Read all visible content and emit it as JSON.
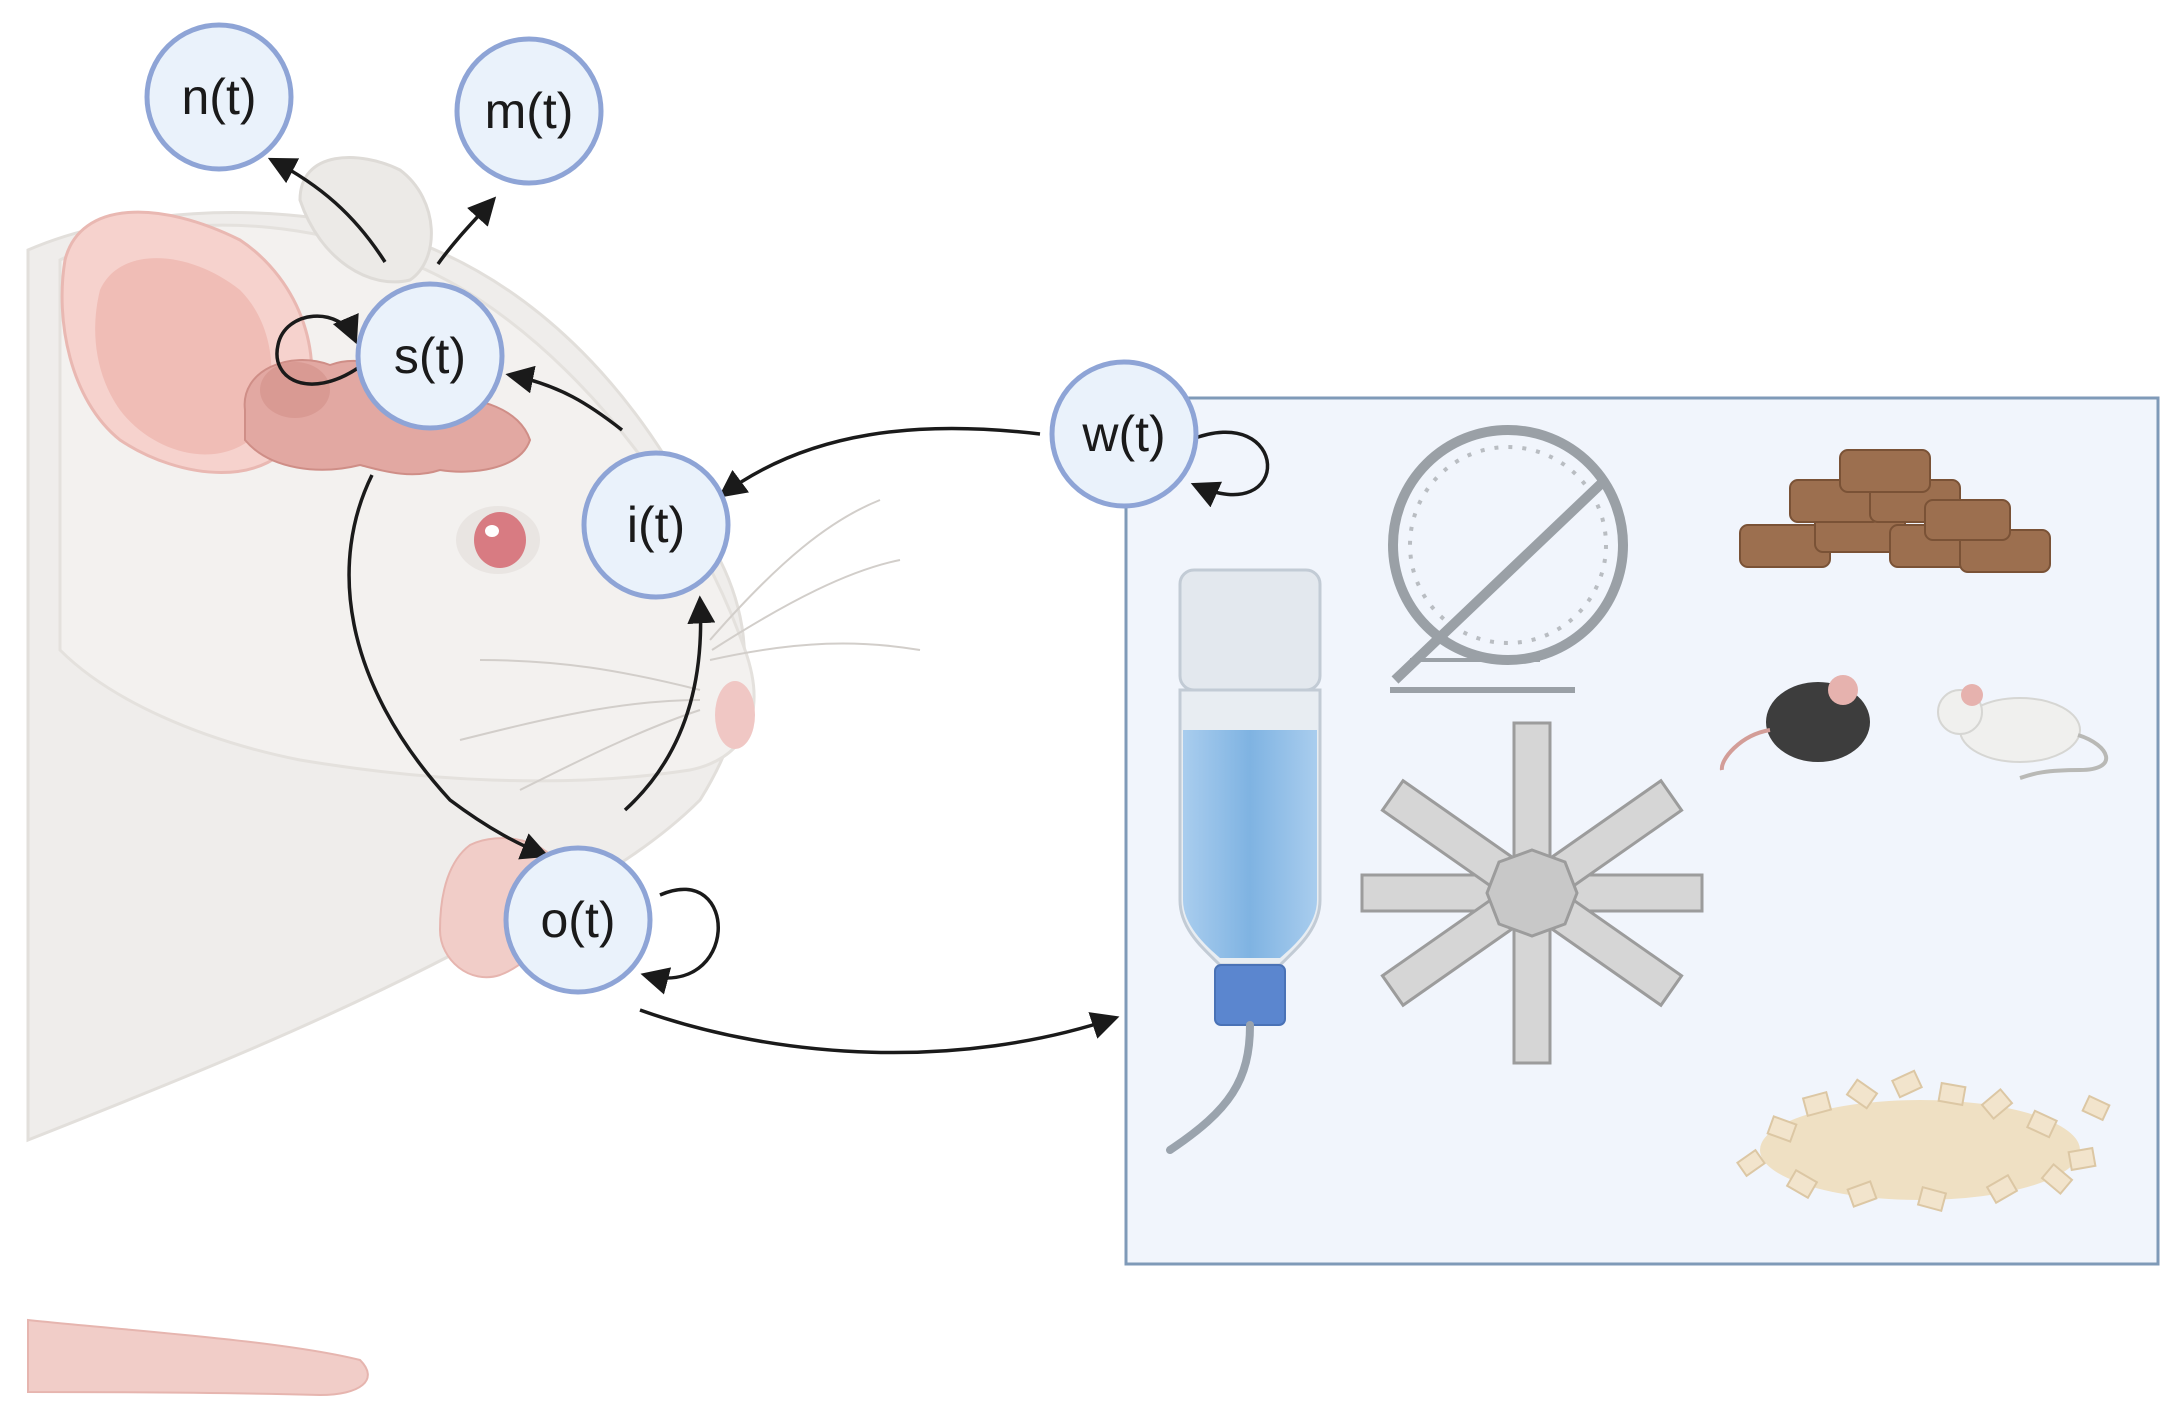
{
  "nodes": {
    "n": "n(t)",
    "m": "m(t)",
    "s": "s(t)",
    "i": "i(t)",
    "o": "o(t)",
    "w": "w(t)"
  },
  "colors": {
    "node_fill": "#eaf2fb",
    "node_stroke": "#8ea4d6",
    "arrow": "#1a1a1a",
    "environment_fill": "#f1f5fc",
    "environment_stroke": "#7f9ab8",
    "rat_body": "#efedeb",
    "rat_pink": "#f0c7c4",
    "brain": "#e2a8a2",
    "water": "#8dbde6",
    "cap": "#5b86cf",
    "pellet": "#9c6f4f",
    "bedding": "#f2e4cc"
  },
  "icons": [
    "rat-illustration",
    "brain-icon",
    "water-bottle-icon",
    "running-wheel-icon",
    "food-pellets-icon",
    "mice-icon",
    "radial-arm-maze-icon",
    "bedding-icon"
  ]
}
